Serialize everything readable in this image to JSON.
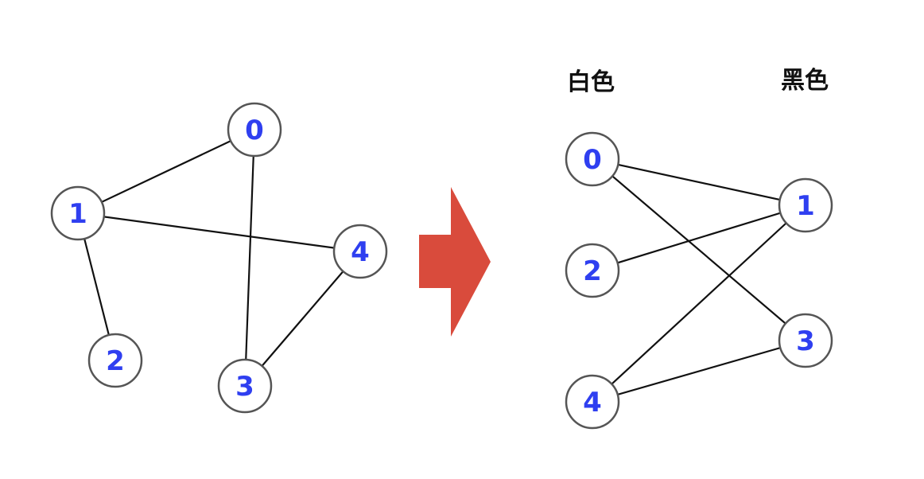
{
  "left_graph": {
    "nodes": [
      "0",
      "1",
      "2",
      "3",
      "4"
    ],
    "edges": [
      [
        "0",
        "1"
      ],
      [
        "0",
        "3"
      ],
      [
        "1",
        "4"
      ],
      [
        "1",
        "2"
      ],
      [
        "3",
        "4"
      ]
    ]
  },
  "arrow": {
    "color": "#d94b3c"
  },
  "right_graph": {
    "white_label": "白色",
    "black_label": "黑色",
    "white_nodes": [
      "0",
      "2",
      "4"
    ],
    "black_nodes": [
      "1",
      "3"
    ],
    "edges": [
      [
        "0",
        "1"
      ],
      [
        "0",
        "3"
      ],
      [
        "2",
        "1"
      ],
      [
        "4",
        "1"
      ],
      [
        "4",
        "3"
      ]
    ]
  },
  "colors": {
    "node_text": "#2f3ff0",
    "node_border": "#555555",
    "edge": "#111111"
  }
}
